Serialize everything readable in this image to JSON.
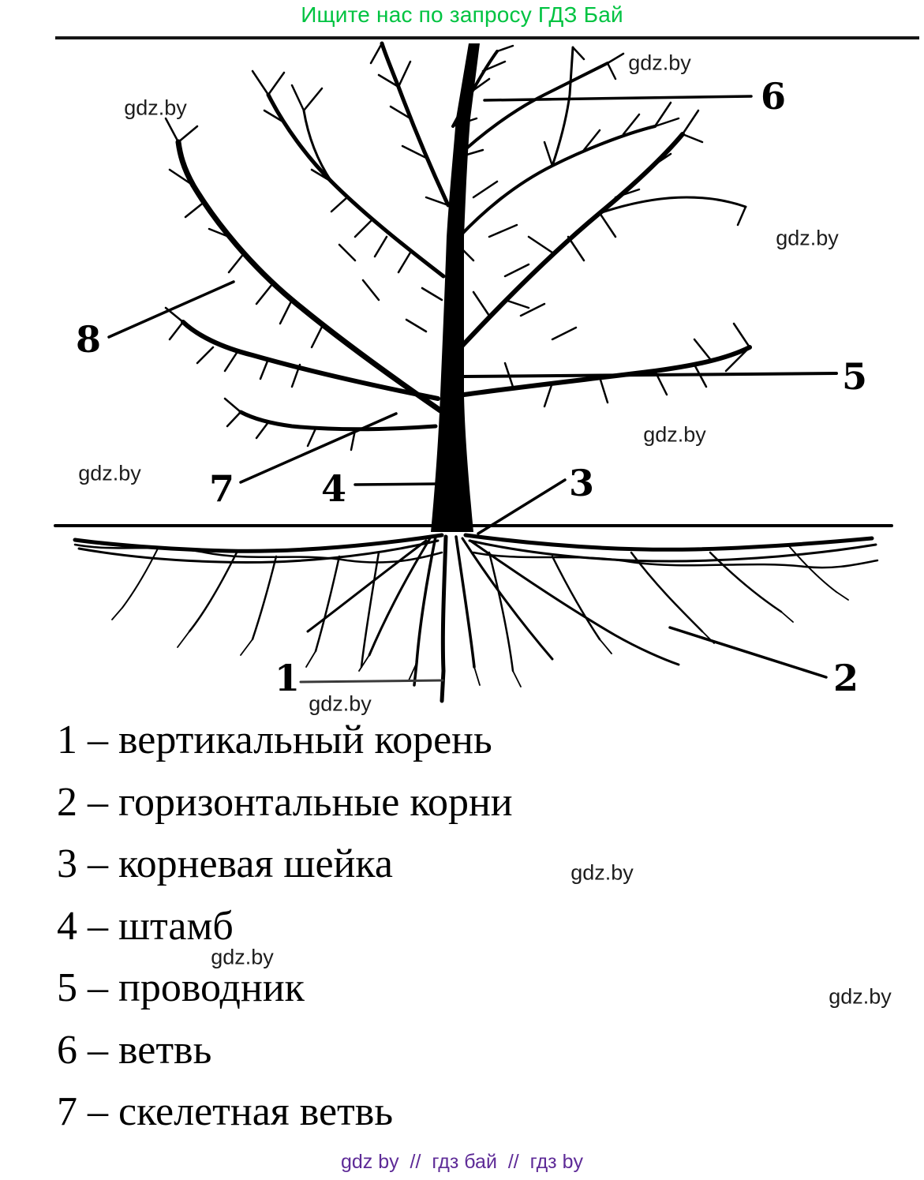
{
  "header": {
    "text": "Ищите нас по запросу ГДЗ Бай",
    "color": "#00c341"
  },
  "watermark": {
    "text": "gdz.by"
  },
  "diagram": {
    "labels": [
      "1",
      "2",
      "3",
      "4",
      "5",
      "6",
      "7",
      "8"
    ]
  },
  "legend": {
    "items": [
      "1 – вертикальный корень",
      "2 – горизонтальные корни",
      "3 – корневая шейка",
      "4 – штамб",
      "5 – проводник",
      "6 – ветвь",
      "7 – скелетная ветвь"
    ]
  },
  "footer": {
    "text": "gdz by  //  гдз бай  //  гдз by",
    "color": "#5e2b97"
  }
}
